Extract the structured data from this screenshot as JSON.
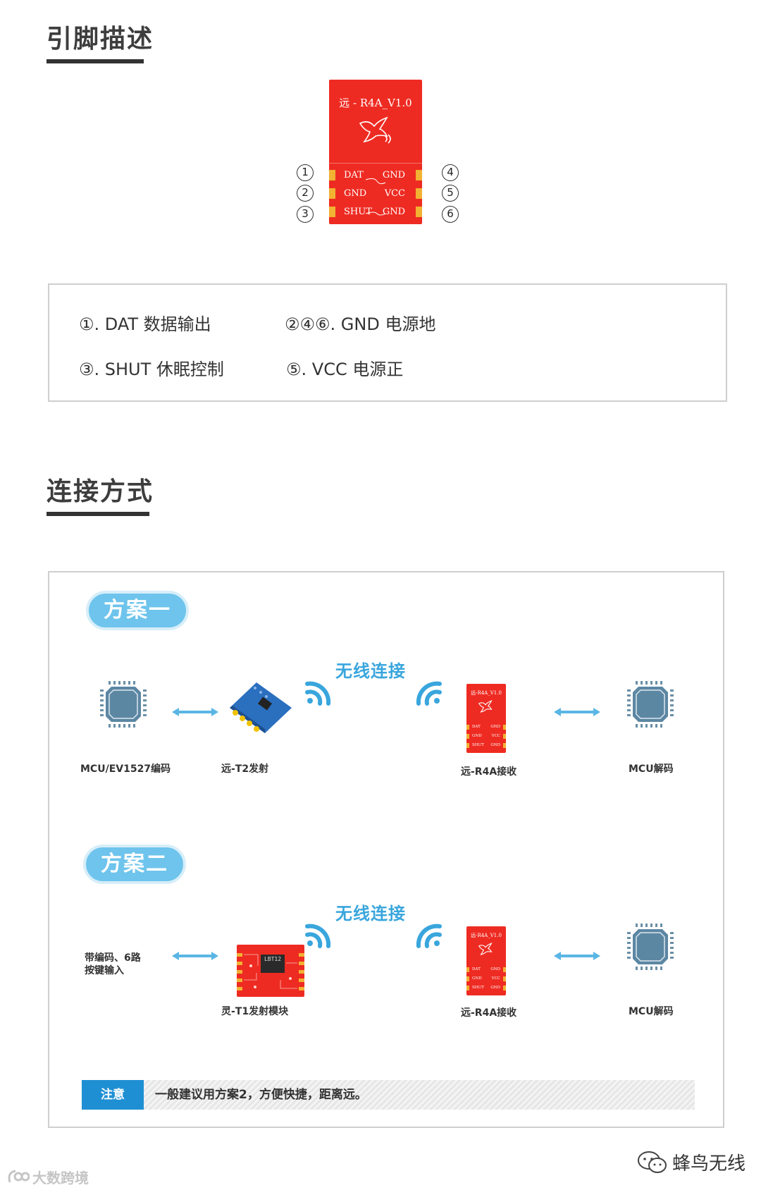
{
  "section1": {
    "title": "引脚描述"
  },
  "module": {
    "label": "远 - R4A_V1.0",
    "pins_left": [
      "DAT",
      "GND",
      "SHUT"
    ],
    "pins_right": [
      "GND",
      "VCC",
      "GND"
    ],
    "pin_numbers_left": [
      "1",
      "2",
      "3"
    ],
    "pin_numbers_right": [
      "4",
      "5",
      "6"
    ]
  },
  "pin_desc": [
    {
      "text": "①. DAT  数据输出"
    },
    {
      "text": "②④⑥. GND 电源地"
    },
    {
      "text": "③. SHUT 休眠控制"
    },
    {
      "text": "⑤. VCC 电源正"
    }
  ],
  "section2": {
    "title": "连接方式"
  },
  "scheme1": {
    "label": "方案一",
    "wireless": "无线连接",
    "caption_mcu_left": "MCU/EV1527编码",
    "caption_t2": "远-T2发射",
    "caption_r4a": "远-R4A接收",
    "caption_mcu_right": "MCU解码"
  },
  "scheme2": {
    "label": "方案二",
    "wireless": "无线连接",
    "caption_input_line1": "带编码、6路",
    "caption_input_line2": "按键输入",
    "caption_t1": "灵-T1发射模块",
    "chip_label": "LBT12",
    "caption_r4a": "远-R4A接收",
    "caption_mcu_right": "MCU解码"
  },
  "small_module": {
    "label": "远-R4A_V1.0",
    "pins_left": [
      "DAT",
      "GND",
      "SHUT"
    ],
    "pins_right": [
      "GND",
      "VCC",
      "GND"
    ]
  },
  "note": {
    "tag": "注意",
    "text": "一般建议用方案2，方便快捷，距离远。"
  },
  "brand_right": "蜂鸟无线",
  "brand_left": "大数跨境",
  "colors": {
    "accent": "#39a6dd",
    "module_red": "#ee2b22",
    "pill": "#6ec4ec",
    "note_tag": "#1f8fd4"
  }
}
